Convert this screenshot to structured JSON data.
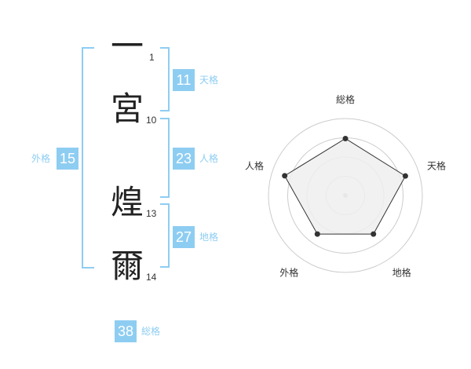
{
  "name_chars": [
    {
      "char": "一",
      "strokes": "1"
    },
    {
      "char": "宮",
      "strokes": "10"
    },
    {
      "char": "煌",
      "strokes": "13"
    },
    {
      "char": "爾",
      "strokes": "14"
    }
  ],
  "fortunes": {
    "tenkaku": {
      "value": "11",
      "label": "天格"
    },
    "jinkaku": {
      "value": "23",
      "label": "人格"
    },
    "chikaku": {
      "value": "27",
      "label": "地格"
    },
    "gaikaku": {
      "value": "15",
      "label": "外格"
    },
    "soukaku": {
      "value": "38",
      "label": "総格"
    }
  },
  "chart_data": {
    "type": "radar",
    "axes": [
      "総格",
      "天格",
      "地格",
      "外格",
      "人格"
    ],
    "values": [
      0.74,
      0.82,
      0.62,
      0.62,
      0.83
    ],
    "range": [
      0,
      1
    ],
    "rings": 4,
    "colors": {
      "fill": "#efefef",
      "stroke": "#333333",
      "grid": "#cccccc",
      "point": "#333333",
      "center": "#bbbbbb"
    }
  },
  "colors": {
    "accent": "#8ecdf2"
  }
}
